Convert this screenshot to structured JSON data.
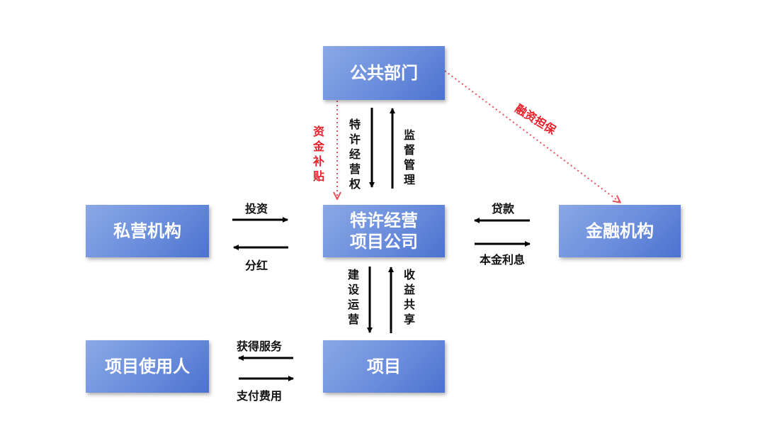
{
  "nodes": {
    "public_sector": "公共部门",
    "project_company_line1": "特许经营",
    "project_company_line2": "项目公司",
    "private_institution": "私营机构",
    "financial_institution": "金融机构",
    "project_user": "项目使用人",
    "project": "项目"
  },
  "edges": {
    "funding_subsidy": "资金补贴",
    "franchise_right": "特许经营权",
    "supervision": "监督管理",
    "financing_guarantee": "融资担保",
    "investment": "投资",
    "dividend": "分红",
    "loan": "贷款",
    "principal_interest": "本金利息",
    "construction_operation": "建设运营",
    "revenue_sharing": "收益共享",
    "obtain_services": "获得服务",
    "pay_fees": "支付费用"
  },
  "colors": {
    "box": "#6a8ddc",
    "arrow": "#000000",
    "dotted_arrow": "#e8505a",
    "highlight_text": "#e8202a"
  }
}
